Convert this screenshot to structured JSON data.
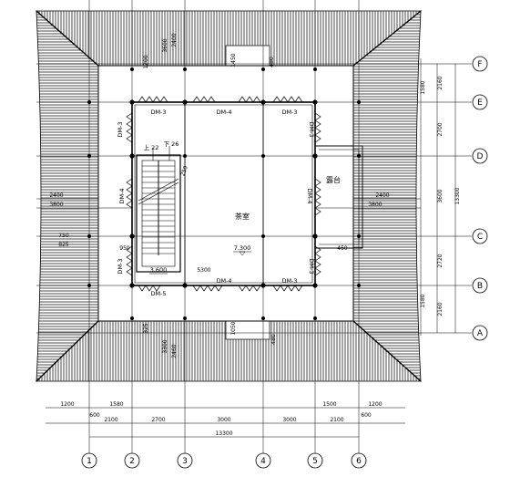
{
  "axes": {
    "columns": [
      "1",
      "2",
      "3",
      "4",
      "5",
      "6"
    ],
    "rows": [
      "F",
      "E",
      "D",
      "C",
      "B",
      "A"
    ]
  },
  "rooms": {
    "main_hall": "茶室",
    "terrace": "露台",
    "elevation_center": "7.300",
    "elevation_stair": "3.600"
  },
  "stair": {
    "up": "上 22",
    "down": "下 26"
  },
  "beams": {
    "dm3": "DM-3",
    "dm4": "DM-4",
    "dm5": "DM-5"
  },
  "dims_bottom": {
    "row1": [
      "1200",
      "1580",
      "1500",
      "1200"
    ],
    "row2": [
      "600",
      "2100",
      "2700",
      "3000",
      "3000",
      "2100",
      "600"
    ],
    "total": "13300"
  },
  "dims_right": {
    "row1": [
      "2160",
      "2700",
      "3600",
      "2720",
      "2160"
    ],
    "total": "13300",
    "extra": [
      "1580",
      "1580"
    ]
  },
  "dims_left": [
    "2400",
    "3800",
    "750",
    "825",
    "950"
  ],
  "dims_inner_right": [
    "2400",
    "3800",
    "450"
  ],
  "dims_top": [
    "3600",
    "2400",
    "1200",
    "1450",
    "480"
  ],
  "dims_bottom_inner": [
    "1050",
    "480",
    "325",
    "3300",
    "2460"
  ],
  "misc": {
    "r300": "5300",
    "tag250": "250"
  }
}
